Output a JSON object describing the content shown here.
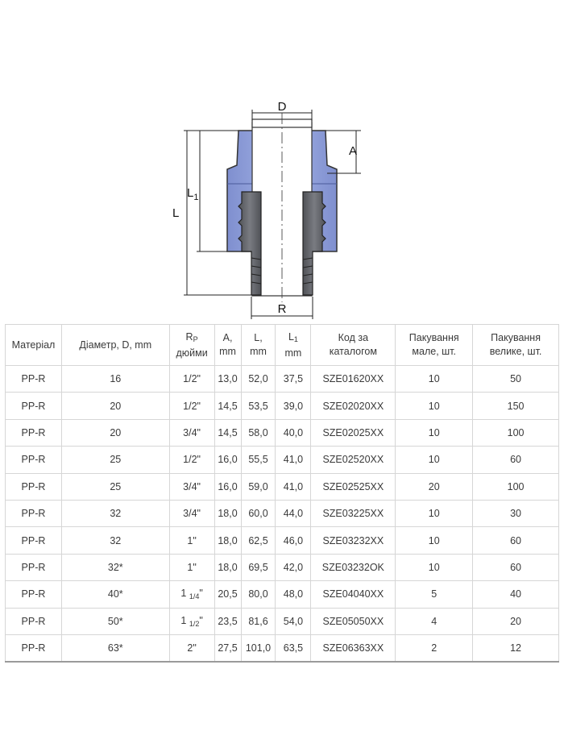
{
  "diagram": {
    "labels": {
      "D": "D",
      "A": "A",
      "L": "L",
      "L1_main": "L",
      "L1_sub": "1",
      "R": "R"
    },
    "colors": {
      "body_blue": "#8f9fd6",
      "insert_dark": "#5e6066",
      "outline": "#333333"
    }
  },
  "table": {
    "headers": {
      "material": "Матеріал",
      "diameter": "Діаметр, D, mm",
      "rp_main": "R",
      "rp_sub": "P",
      "rp_unit": "дюйми",
      "a": "A,",
      "a_unit": "mm",
      "l": "L,",
      "l_unit": "mm",
      "l1_main": "L",
      "l1_sub": "1",
      "l1_unit": "mm",
      "code_1": "Код за",
      "code_2": "каталогом",
      "pack_small_1": "Пакування",
      "pack_small_2": "мале, шт.",
      "pack_large_1": "Пакування",
      "pack_large_2": "велике, шт."
    },
    "rows": [
      {
        "material": "PP-R",
        "diameter": "16",
        "rp_main": "1/2\"",
        "rp_frac": "",
        "a": "13,0",
        "l": "52,0",
        "l1": "37,5",
        "code": "SZE01620XX",
        "pack_small": "10",
        "pack_large": "50"
      },
      {
        "material": "PP-R",
        "diameter": "20",
        "rp_main": "1/2\"",
        "rp_frac": "",
        "a": "14,5",
        "l": "53,5",
        "l1": "39,0",
        "code": "SZE02020XX",
        "pack_small": "10",
        "pack_large": "150"
      },
      {
        "material": "PP-R",
        "diameter": "20",
        "rp_main": "3/4\"",
        "rp_frac": "",
        "a": "14,5",
        "l": "58,0",
        "l1": "40,0",
        "code": "SZE02025XX",
        "pack_small": "10",
        "pack_large": "100"
      },
      {
        "material": "PP-R",
        "diameter": "25",
        "rp_main": "1/2\"",
        "rp_frac": "",
        "a": "16,0",
        "l": "55,5",
        "l1": "41,0",
        "code": "SZE02520XX",
        "pack_small": "10",
        "pack_large": "60"
      },
      {
        "material": "PP-R",
        "diameter": "25",
        "rp_main": "3/4\"",
        "rp_frac": "",
        "a": "16,0",
        "l": "59,0",
        "l1": "41,0",
        "code": "SZE02525XX",
        "pack_small": "20",
        "pack_large": "100"
      },
      {
        "material": "PP-R",
        "diameter": "32",
        "rp_main": "3/4\"",
        "rp_frac": "",
        "a": "18,0",
        "l": "60,0",
        "l1": "44,0",
        "code": "SZE03225XX",
        "pack_small": "10",
        "pack_large": "30"
      },
      {
        "material": "PP-R",
        "diameter": "32",
        "rp_main": "1\"",
        "rp_frac": "",
        "a": "18,0",
        "l": "62,5",
        "l1": "46,0",
        "code": "SZE03232XX",
        "pack_small": "10",
        "pack_large": "60"
      },
      {
        "material": "PP-R",
        "diameter": "32*",
        "rp_main": "1\"",
        "rp_frac": "",
        "a": "18,0",
        "l": "69,5",
        "l1": "42,0",
        "code": "SZE03232OK",
        "pack_small": "10",
        "pack_large": "60"
      },
      {
        "material": "PP-R",
        "diameter": "40*",
        "rp_main": "1 ",
        "rp_frac": "1/4",
        "rp_tail": "\"",
        "a": "20,5",
        "l": "80,0",
        "l1": "48,0",
        "code": "SZE04040XX",
        "pack_small": "5",
        "pack_large": "40"
      },
      {
        "material": "PP-R",
        "diameter": "50*",
        "rp_main": "1 ",
        "rp_frac": "1/2",
        "rp_tail": "\"",
        "a": "23,5",
        "l": "81,6",
        "l1": "54,0",
        "code": "SZE05050XX",
        "pack_small": "4",
        "pack_large": "20"
      },
      {
        "material": "PP-R",
        "diameter": "63*",
        "rp_main": "2\"",
        "rp_frac": "",
        "a": "27,5",
        "l": "101,0",
        "l1": "63,5",
        "code": "SZE06363XX",
        "pack_small": "2",
        "pack_large": "12"
      }
    ]
  }
}
